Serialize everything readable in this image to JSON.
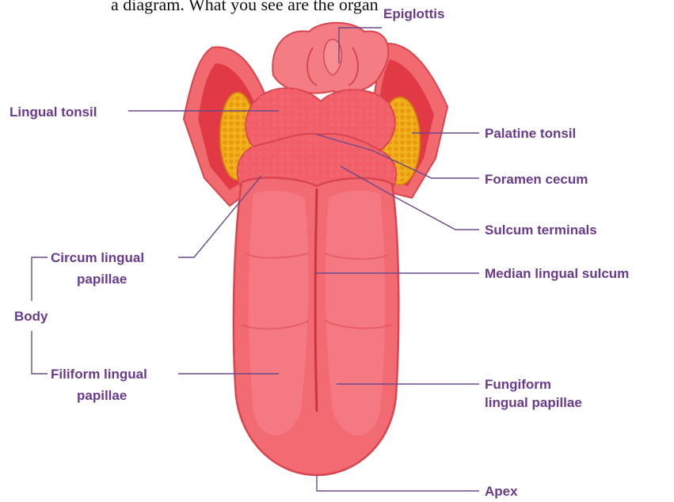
{
  "cut_text": "a diagram. What you see are the organ",
  "labels": {
    "epiglottis": "Epiglottis",
    "lingual_tonsil": "Lingual tonsil",
    "palatine_tonsil": "Palatine tonsil",
    "foramen_cecum": "Foramen cecum",
    "sulcum_terminals": "Sulcum terminals",
    "circum_lingual_1": "Circum lingual",
    "circum_lingual_2": "papillae",
    "median_lingual_sulcum": "Median lingual sulcum",
    "body": "Body",
    "filiform_lingual_1": "Filiform lingual",
    "filiform_lingual_2": "papillae",
    "fungiform_1": "Fungiform",
    "fungiform_2": "lingual papillae",
    "apex": "Apex"
  },
  "colors": {
    "label": "#6a3a8e",
    "tongue": "#f26a72",
    "tongue_dark": "#d9454f",
    "tonsil": "#f2b21c",
    "throat": "#e23a45"
  }
}
